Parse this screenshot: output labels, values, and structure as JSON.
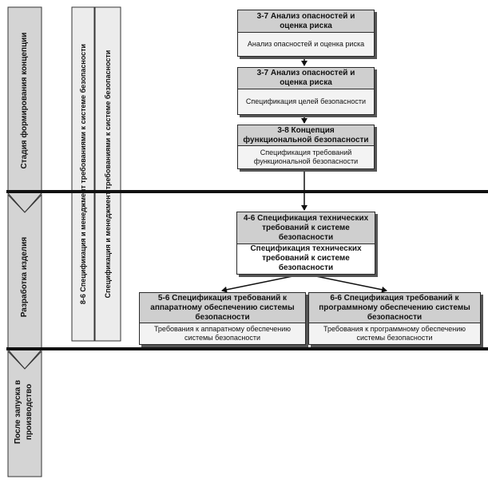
{
  "stages": {
    "concept": "Стадия формирования концепции",
    "development": "Разработка изделия",
    "after_launch": "После запуска в производство"
  },
  "columns": {
    "management_8_6": "8-6 Спецификация и менеджмент требованиями к системе безопасности",
    "management": "Спецификация и менеджмент требованиями к системе безопасности"
  },
  "boxes": {
    "hazard_analysis": {
      "title": "3-7 Анализ опасностей и оценка риска",
      "body": "Анализ опасностей и оценка риска"
    },
    "safety_goals": {
      "title": "3-7 Анализ опасностей и оценка риска",
      "body": "Спецификация целей безопасности"
    },
    "functional_concept": {
      "title": "3-8 Концепция функциональной безопасности",
      "body": "Спецификация требований функциональной безопасности"
    },
    "technical_spec": {
      "title": "4-6 Спецификация технических требований к системе безопасности",
      "body": "Спецификация технических требований к системе безопасности"
    },
    "hardware_spec": {
      "title": "5-6 Спецификация требований к аппаратному обеспечению системы безопасности",
      "body": "Требования к аппаратному обеспечению системы безопасности"
    },
    "software_spec": {
      "title": "6-6 Спецификация требований к программному обеспечению системы безопасности",
      "body": "Требования к программному обеспечению системы безопасности"
    }
  },
  "colors": {
    "stage_fill": "#d4d4d4",
    "header_fill": "#cfcfcf",
    "body_fill": "#f3f3f3",
    "line": "#111111"
  }
}
